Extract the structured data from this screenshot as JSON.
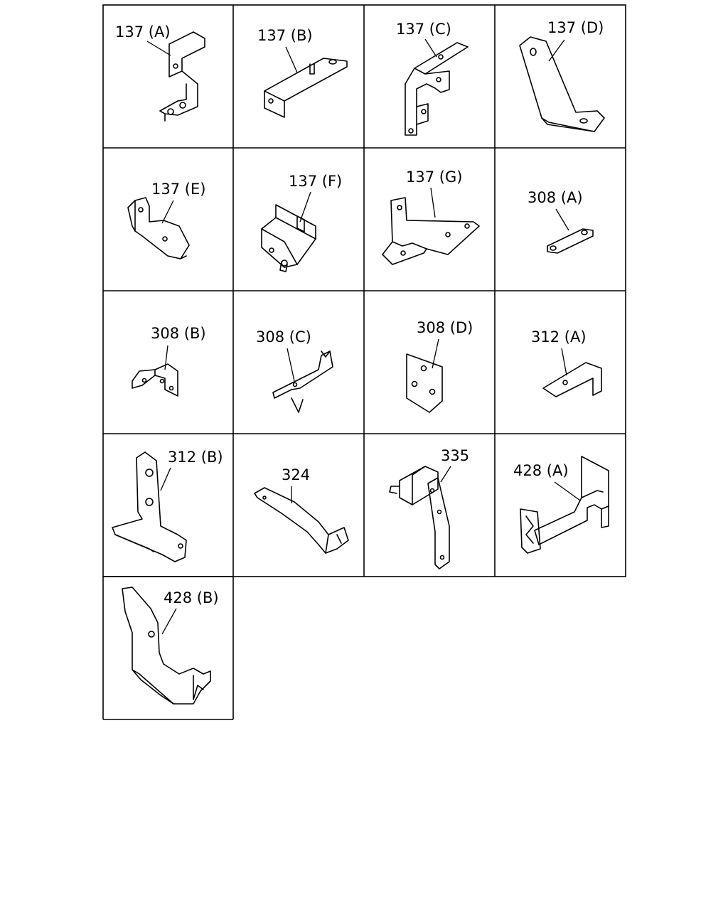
{
  "parts": [
    {
      "id": "p137a",
      "label": "137 (A)"
    },
    {
      "id": "p137b",
      "label": "137 (B)"
    },
    {
      "id": "p137c",
      "label": "137 (C)"
    },
    {
      "id": "p137d",
      "label": "137 (D)"
    },
    {
      "id": "p137e",
      "label": "137 (E)"
    },
    {
      "id": "p137f",
      "label": "137 (F)"
    },
    {
      "id": "p137g",
      "label": "137 (G)"
    },
    {
      "id": "p308a",
      "label": "308 (A)"
    },
    {
      "id": "p308b",
      "label": "308 (B)"
    },
    {
      "id": "p308c",
      "label": "308 (C)"
    },
    {
      "id": "p308d",
      "label": "308 (D)"
    },
    {
      "id": "p312a",
      "label": "312 (A)"
    },
    {
      "id": "p312b",
      "label": "312 (B)"
    },
    {
      "id": "p324",
      "label": "324"
    },
    {
      "id": "p335",
      "label": "335"
    },
    {
      "id": "p428a",
      "label": "428 (A)"
    },
    {
      "id": "p428b",
      "label": "428 (B)"
    }
  ]
}
